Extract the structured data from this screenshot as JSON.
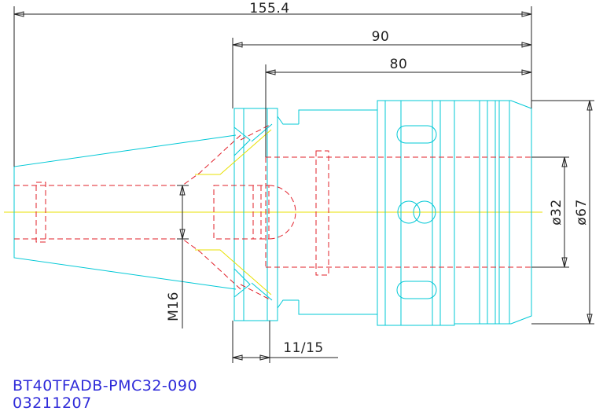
{
  "dimensions": {
    "overall_length": "155.4",
    "gauge_to_nose": "90",
    "flange_to_nose": "80",
    "clamp_diameter": "ø32",
    "body_diameter": "ø67",
    "thread": "M16",
    "flange_dims": "11/15"
  },
  "caption": {
    "part_number": "BT40TFADB-PMC32-090",
    "code": "03211207"
  },
  "colors": {
    "outline": "#00c8d6",
    "hidden": "#e2202a",
    "centerline": "#e8e000",
    "dimension": "#222222",
    "caption": "#2f2bd9"
  }
}
